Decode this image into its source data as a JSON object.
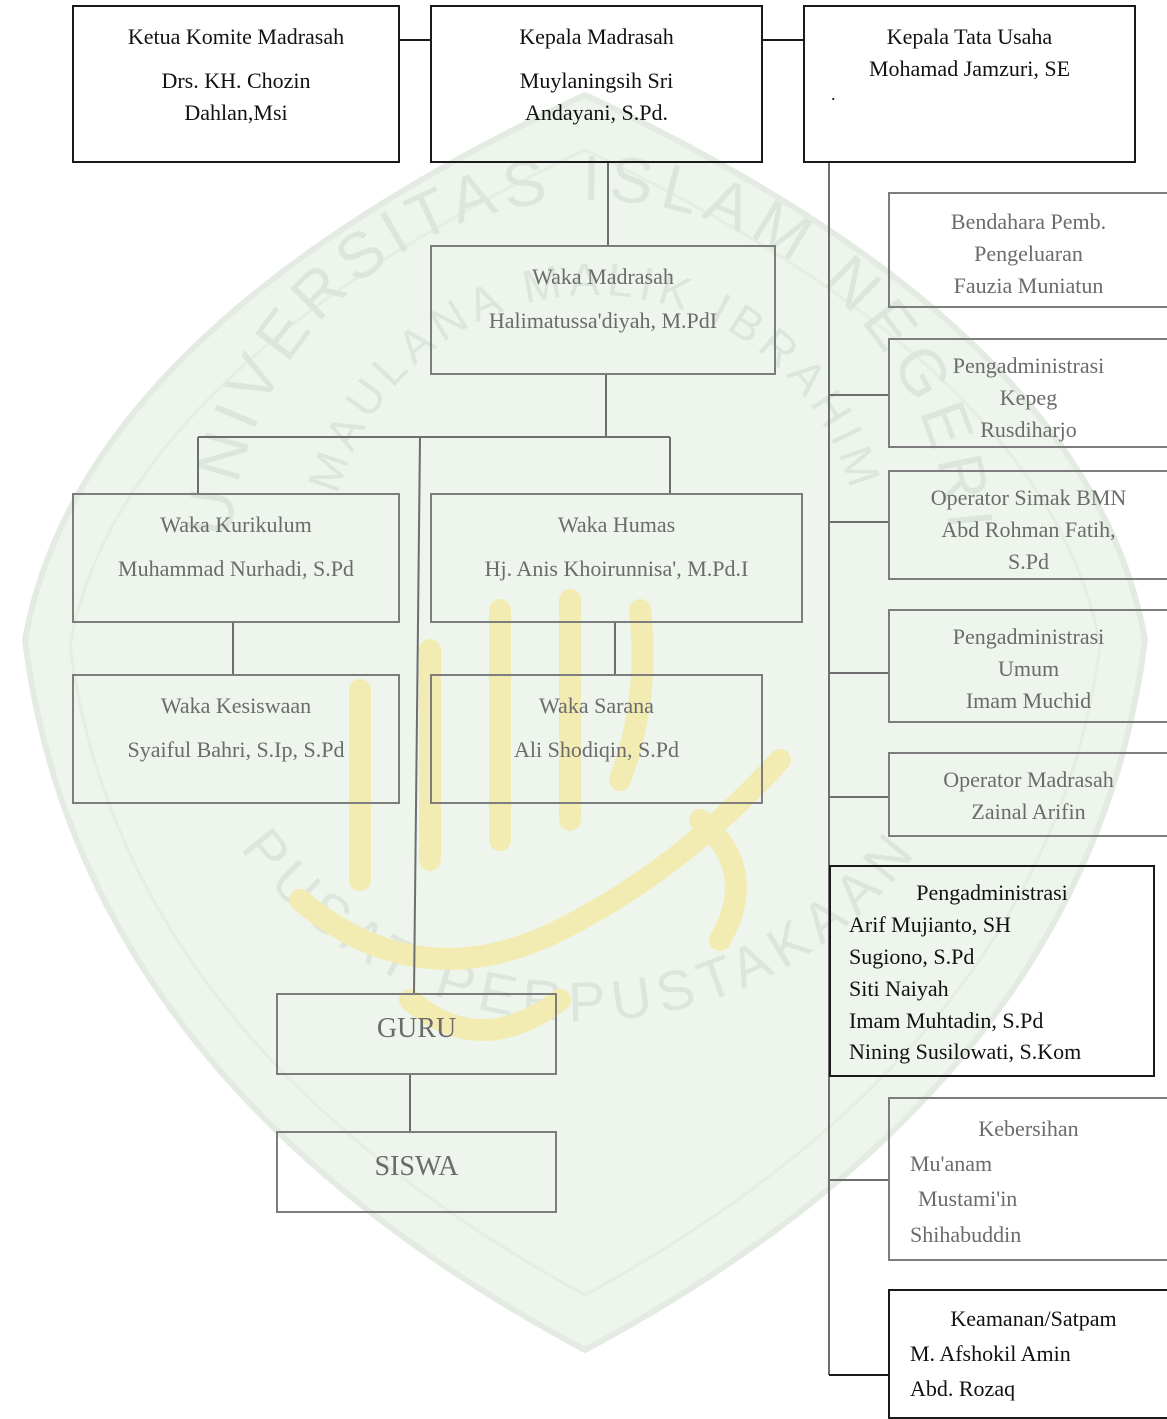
{
  "chart": {
    "ketua_komite": {
      "title": "Ketua Komite Madrasah",
      "name": [
        "Drs. KH. Chozin",
        "Dahlan,Msi"
      ]
    },
    "kepala_madrasah": {
      "title": "Kepala Madrasah",
      "name": [
        "Muylaningsih Sri",
        "Andayani, S.Pd."
      ]
    },
    "kepala_tu": {
      "title": "Kepala Tata Usaha",
      "name": "Mohamad  Jamzuri, SE",
      "mark": "."
    },
    "waka_madrasah": {
      "title": "Waka Madrasah",
      "name": "Halimatussa'diyah, M.PdI"
    },
    "waka_kurikulum": {
      "title": "Waka Kurikulum",
      "name": "Muhammad Nurhadi, S.Pd"
    },
    "waka_humas": {
      "title": "Waka Humas",
      "name": "Hj. Anis Khoirunnisa', M.Pd.I"
    },
    "waka_kesiswaan": {
      "title": "Waka Kesiswaan",
      "name": "Syaiful Bahri, S.Ip, S.Pd"
    },
    "waka_sarana": {
      "title": "Waka Sarana",
      "name": "Ali Shodiqin, S.Pd"
    },
    "guru": "GURU",
    "siswa": "SISWA",
    "staff": [
      {
        "lines": [
          "Bendahara Pemb.",
          "Pengeluaran",
          "Fauzia Muniatun"
        ]
      },
      {
        "lines": [
          "Pengadministrasi",
          "Kepeg",
          "Rusdiharjo"
        ]
      },
      {
        "lines": [
          "Operator Simak BMN",
          "Abd Rohman Fatih,",
          "S.Pd"
        ]
      },
      {
        "lines": [
          "Pengadministrasi",
          "Umum",
          "Imam Muchid"
        ]
      },
      {
        "lines": [
          "Operator Madrasah",
          "Zainal Arifin"
        ]
      },
      {
        "title": "Pengadministrasi",
        "names": [
          "Arif Mujianto, SH",
          "Sugiono, S.Pd",
          "Siti Naiyah",
          "Imam Muhtadin, S.Pd",
          "Nining Susilowati, S.Kom"
        ]
      },
      {
        "title": "Kebersihan",
        "names": [
          "Mu'anam",
          "Mustami'in",
          "Shihabuddin"
        ]
      },
      {
        "title": "Keamanan/Satpam",
        "names": [
          "M. Afshokil Amin",
          "Abd. Rozaq"
        ]
      }
    ]
  },
  "watermark": {
    "arc_top": "UNIVERSITAS ISLAM NEGERI",
    "arc_middle": "MAULANA MALIK IBRAHIM",
    "arc_bottom": "PUSAT PERPUSTAKAAN"
  }
}
